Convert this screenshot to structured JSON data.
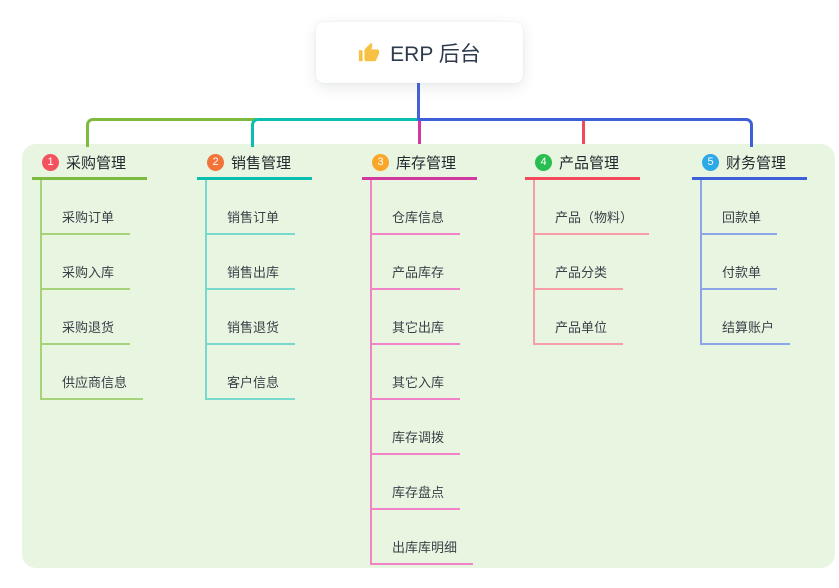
{
  "root": {
    "label": "ERP 后台",
    "icon": "thumbs-up-icon",
    "icon_color": "#F7C143"
  },
  "colors": {
    "panel_bg": "#E8F6E1",
    "root_line": "#4662D9",
    "node_text": "#2E3A4D",
    "child_text": "#3B4048"
  },
  "branches": [
    {
      "number": "1",
      "label": "采购管理",
      "badge_color": "#F2535F",
      "line_color": "#7CBB3F",
      "light_color": "#A6D279",
      "children": [
        "采购订单",
        "采购入库",
        "采购退货",
        "供应商信息"
      ]
    },
    {
      "number": "2",
      "label": "销售管理",
      "badge_color": "#F2743B",
      "line_color": "#0ABFB0",
      "light_color": "#79D9CE",
      "children": [
        "销售订单",
        "销售出库",
        "销售退货",
        "客户信息"
      ]
    },
    {
      "number": "3",
      "label": "库存管理",
      "badge_color": "#F9A62B",
      "line_color": "#D2399E",
      "light_color": "#F084C6",
      "children": [
        "仓库信息",
        "产品库存",
        "其它出库",
        "其它入库",
        "库存调拨",
        "库存盘点",
        "出库库明细"
      ]
    },
    {
      "number": "4",
      "label": "产品管理",
      "badge_color": "#2ABD50",
      "line_color": "#F4495B",
      "light_color": "#F89DA7",
      "children": [
        "产品（物料）",
        "产品分类",
        "产品单位"
      ]
    },
    {
      "number": "5",
      "label": "财务管理",
      "badge_color": "#2EA9E8",
      "line_color": "#3D5FD8",
      "light_color": "#8BA5E6",
      "children": [
        "回款单",
        "付款单",
        "结算账户"
      ]
    }
  ]
}
